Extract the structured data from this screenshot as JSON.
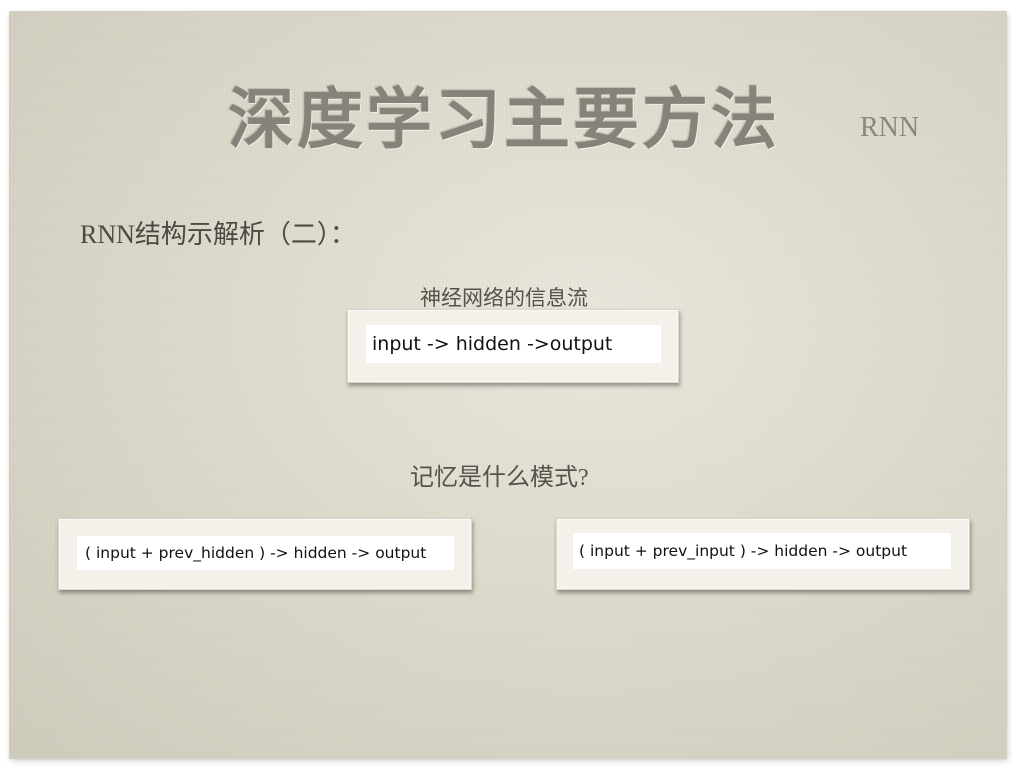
{
  "slide": {
    "title": "深度学习主要方法",
    "tag": "RNN",
    "section_heading": "RNN结构示解析（二）：",
    "flow_caption": "神经网络的信息流",
    "flow_box": "input -> hidden ->output",
    "memory_caption": "记忆是什么模式?",
    "memory_options": [
      "( input + prev_hidden ) -> hidden -> output",
      "( input + prev_input ) -> hidden -> output"
    ]
  },
  "colors": {
    "background": "#ddd9cb",
    "title_text": "#86837a",
    "card_border": "#f3f1ea",
    "card_inner": "#ffffff"
  }
}
